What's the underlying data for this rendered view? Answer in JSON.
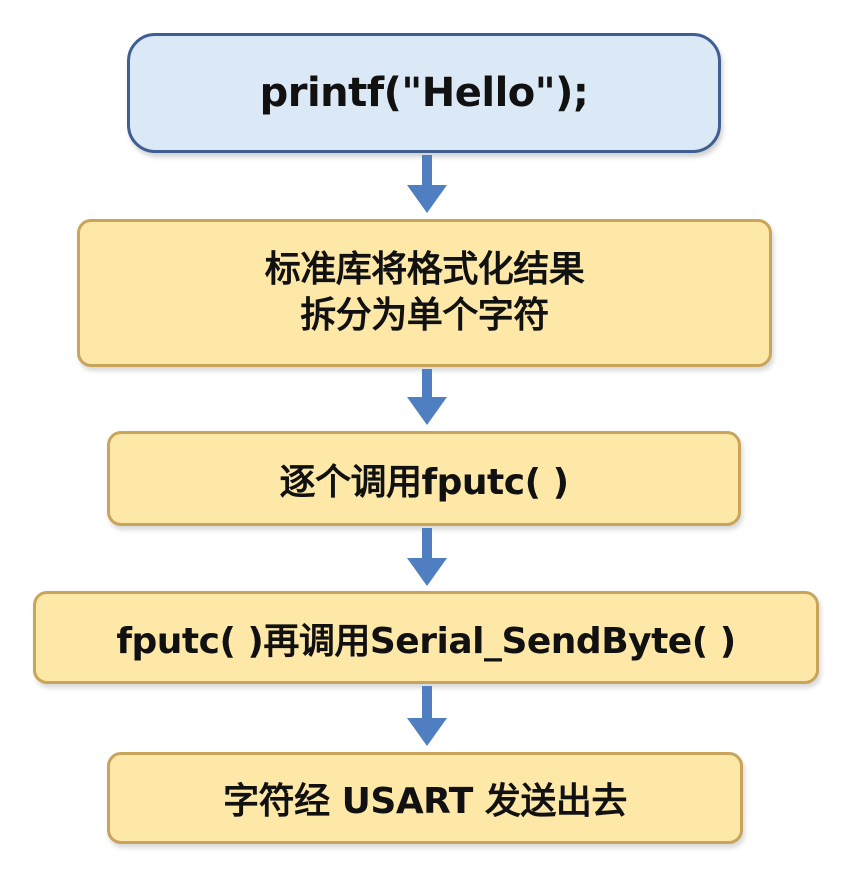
{
  "flowchart": {
    "start": {
      "label": "printf(\"Hello\");"
    },
    "steps": [
      {
        "lines": [
          "标准库将格式化结果",
          "拆分为单个字符"
        ]
      },
      {
        "lines": [
          "逐个调用fputc( )"
        ]
      },
      {
        "lines": [
          "fputc( )再调用Serial_SendByte( )"
        ]
      },
      {
        "lines": [
          "字符经 USART 发送出去"
        ]
      }
    ]
  },
  "colors": {
    "start_fill": "#dbe8f6",
    "start_border": "#3f5f90",
    "step_fill": "#fde8a8",
    "step_border": "#c9a45a",
    "arrow": "#4f7fc0"
  }
}
